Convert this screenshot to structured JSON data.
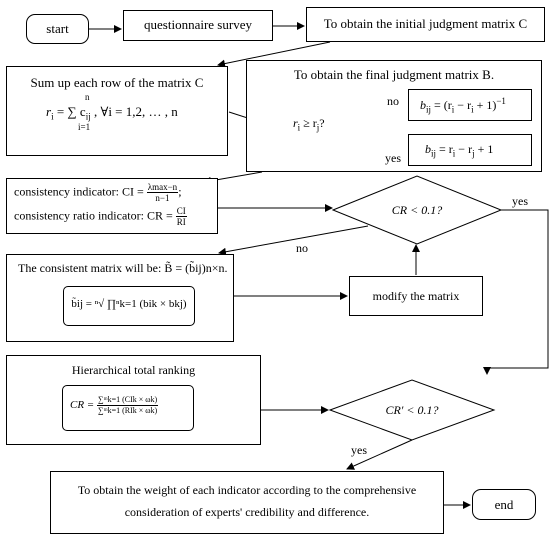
{
  "nodes": {
    "start": "start",
    "survey": "questionnaire survey",
    "initial": "To obtain the initial judgment matrix C",
    "sum_title": "Sum up each row of the matrix C",
    "sum_formula": "r",
    "sum_formula_rest": "= ∑ c",
    "sum_sub_i": "i",
    "sum_sub_ij": "ij",
    "sum_upper": "n",
    "sum_lower": "i=1",
    "sum_forall": ", ∀i = 1,2, … , n",
    "final_title": "To obtain the final judgment matrix B.",
    "decision1": "r",
    "decision1_rest": " ≥ r",
    "decision1_tail": "?",
    "no1": "no",
    "yes1": "yes",
    "b_no_formula": "b",
    "b_no_rhs": "= (r",
    "b_no_rhs2": " − r",
    "b_no_rhs3": " + 1)",
    "b_no_exp": "−1",
    "b_yes_formula": "b",
    "b_yes_rhs": "= r",
    "b_yes_rhs2": " − r",
    "b_yes_rhs3": " + 1",
    "ci_label": "consistency indicator: CI =",
    "ci_num": "λmax−n",
    "ci_den": "n−1",
    "cr_label": "consistency ratio indicator: CR =",
    "cr_num": "CI",
    "cr_den": "RI",
    "decision2": "CR < 0.1?",
    "yes2": "yes",
    "no2": "no",
    "consistent_label": "The consistent matrix will be:",
    "consistent_formula": "B̃ = (b̃ij)n×n.",
    "consistent_root": "b̃ij = ⁿ√ ∏ⁿk=1 (bik × bkj)",
    "modify": "modify the matrix",
    "hier_title": "Hierarchical total ranking",
    "hier_formula_lhs": "CR =",
    "hier_num": "∑ᵐk=1 (CIk × ωk)",
    "hier_den": "∑ᵐk=1 (RIk × ωk)",
    "decision3": "CR′ < 0.1?",
    "yes3": "yes",
    "weight_line1": "To obtain the weight of each indicator according to the comprehensive",
    "weight_line2": "consideration of experts' credibility and difference.",
    "end": "end"
  }
}
